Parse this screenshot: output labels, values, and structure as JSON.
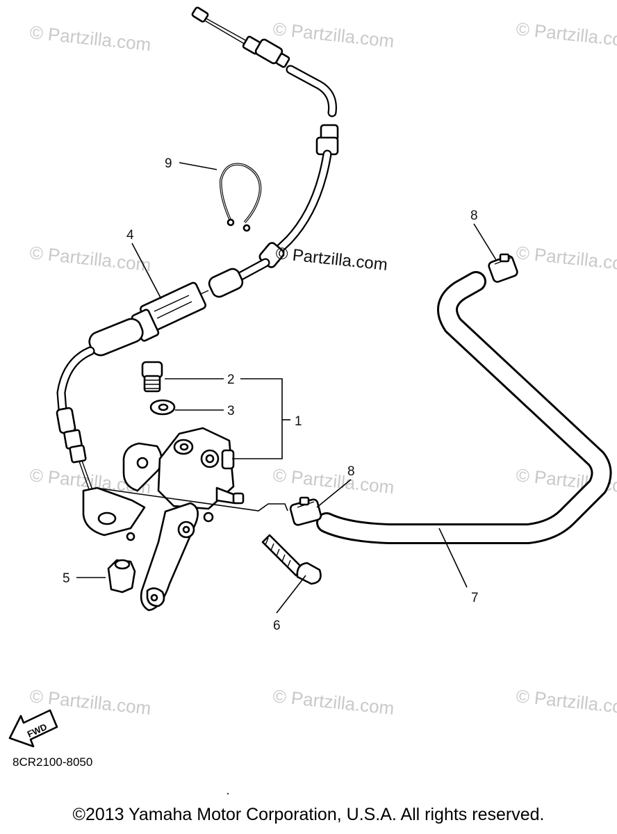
{
  "watermarks": {
    "repeat_text": "© Partzilla.com",
    "main_text": "© Partzilla.com"
  },
  "callouts": {
    "n1": "1",
    "n2": "2",
    "n3": "3",
    "n4": "4",
    "n5": "5",
    "n6": "6",
    "n7": "7",
    "n8a": "8",
    "n8b": "8",
    "n9": "9"
  },
  "fwd_arrow": {
    "label": "FWD"
  },
  "diagram_code": "8CR2100-8050",
  "copyright": "©2013 Yamaha Motor Corporation, U.S.A. All rights reserved.",
  "colors": {
    "line": "#000000",
    "watermark": "#c9c9c9",
    "background": "#ffffff"
  }
}
